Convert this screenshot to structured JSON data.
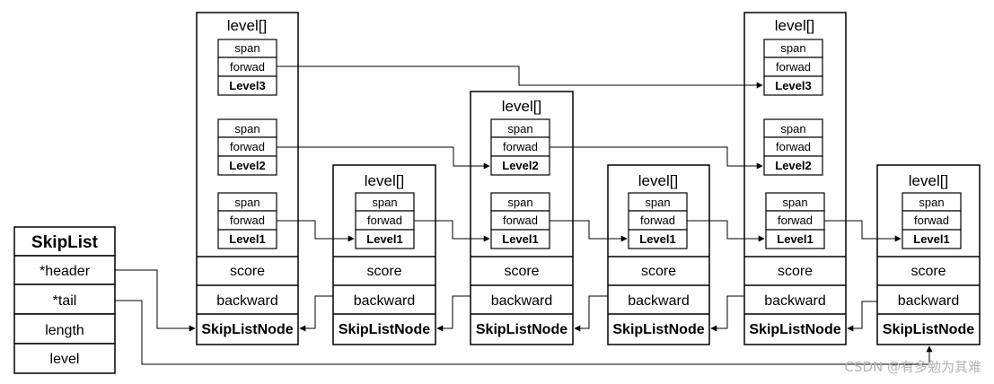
{
  "skiplist": {
    "title": "SkipList",
    "fields": [
      "*header",
      "*tail",
      "length",
      "level"
    ]
  },
  "node_text": {
    "level_header": "level[]",
    "span": "span",
    "forward": "forwad",
    "score": "score",
    "backward": "backward",
    "node_name": "SkipListNode"
  },
  "nodes": [
    {
      "levels": [
        "Level3",
        "Level2",
        "Level1"
      ]
    },
    {
      "levels": [
        "Level1"
      ]
    },
    {
      "levels": [
        "Level2",
        "Level1"
      ]
    },
    {
      "levels": [
        "Level1"
      ]
    },
    {
      "levels": [
        "Level3",
        "Level2",
        "Level1"
      ]
    },
    {
      "levels": [
        "Level1"
      ]
    }
  ],
  "watermark": "CSDN @有多勉为其难"
}
